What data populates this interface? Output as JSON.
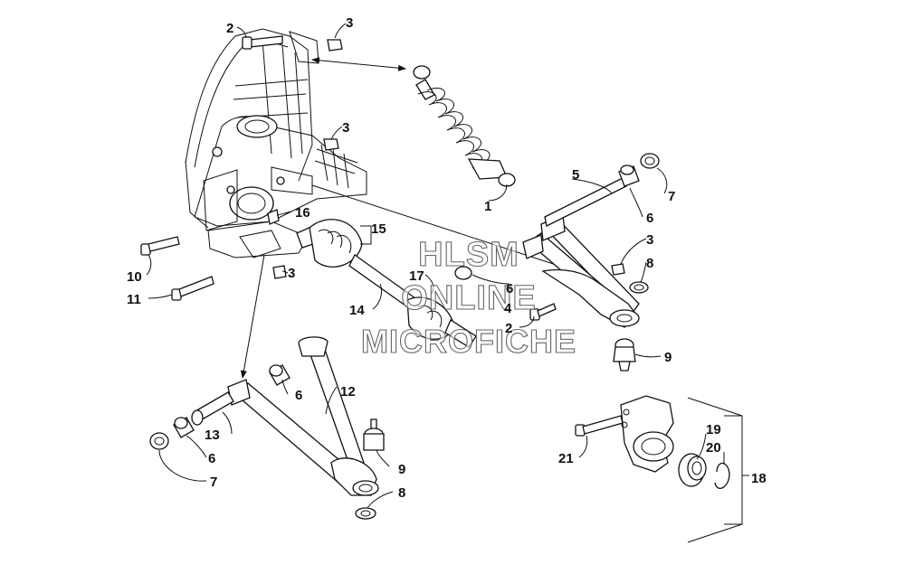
{
  "watermark": {
    "line1": "HLSM",
    "line2": "ONLINE",
    "line3": "MICROFICHE"
  },
  "callouts": {
    "c1": "1",
    "c2a": "2",
    "c2b": "2",
    "c3a": "3",
    "c3b": "3",
    "c3c": "3",
    "c3d": "3",
    "c4": "4",
    "c5": "5",
    "c6a": "6",
    "c6b": "6",
    "c6c": "6",
    "c6d": "6",
    "c7a": "7",
    "c7b": "7",
    "c8a": "8",
    "c8b": "8",
    "c9a": "9",
    "c9b": "9",
    "c10": "10",
    "c11": "11",
    "c12": "12",
    "c13": "13",
    "c14": "14",
    "c15": "15",
    "c16": "16",
    "c17": "17",
    "c18": "18",
    "c19": "19",
    "c20": "20",
    "c21": "21"
  }
}
